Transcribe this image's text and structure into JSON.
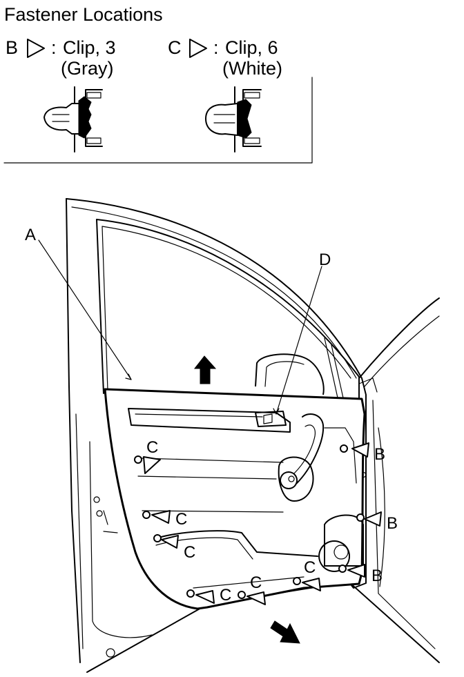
{
  "title": "Fastener Locations",
  "legend": [
    {
      "key": "B",
      "symbol": "triangle-pointer-icon",
      "separator": ":",
      "desc": "Clip, 3",
      "color_desc": "(Gray)"
    },
    {
      "key": "C",
      "symbol": "triangle-pointer-icon",
      "separator": ":",
      "desc": "Clip, 6",
      "color_desc": "(White)"
    }
  ],
  "callouts": {
    "A": "A",
    "D": "D",
    "B": "B",
    "C": "C"
  },
  "colors": {
    "line": "#000000",
    "background": "#ffffff"
  }
}
